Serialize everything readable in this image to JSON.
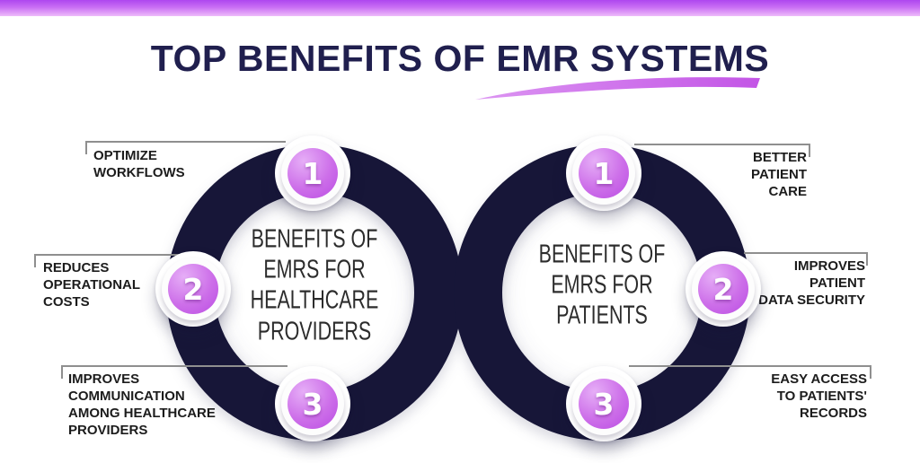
{
  "title": {
    "text": "TOP BENEFITS OF EMR SYSTEMS",
    "color": "#201f4e",
    "swoosh_color_left": "#dc95f2",
    "swoosh_color_right": "#c355e6"
  },
  "top_bar": {
    "gradient_top": "#ae46ef",
    "gradient_bottom": "#eebcfa"
  },
  "colors": {
    "ring": "#171638",
    "connector_line": "#8f8f8f",
    "badge_gradient_light": "#e6aef7",
    "badge_gradient_dark": "#ba4ce3",
    "label_text": "#1c1c1c",
    "center_text": "#2c2c2c",
    "background": "#ffffff"
  },
  "left_loop": {
    "center_label": "BENEFITS OF\nEMRS FOR\nHEALTHCARE\nPROVIDERS",
    "items": [
      {
        "number": "1",
        "label": "OPTIMIZE\nWORKFLOWS"
      },
      {
        "number": "2",
        "label": "REDUCES\nOPERATIONAL\nCOSTS"
      },
      {
        "number": "3",
        "label": "IMPROVES\nCOMMUNICATION\nAMONG HEALTHCARE\nPROVIDERS"
      }
    ]
  },
  "right_loop": {
    "center_label": "BENEFITS OF\nEMRS FOR\nPATIENTS",
    "items": [
      {
        "number": "1",
        "label": "BETTER\nPATIENT\nCARE"
      },
      {
        "number": "2",
        "label": "IMPROVES\nPATIENT\nDATA SECURITY"
      },
      {
        "number": "3",
        "label": "EASY ACCESS\nTO PATIENTS'\nRECORDS"
      }
    ]
  }
}
